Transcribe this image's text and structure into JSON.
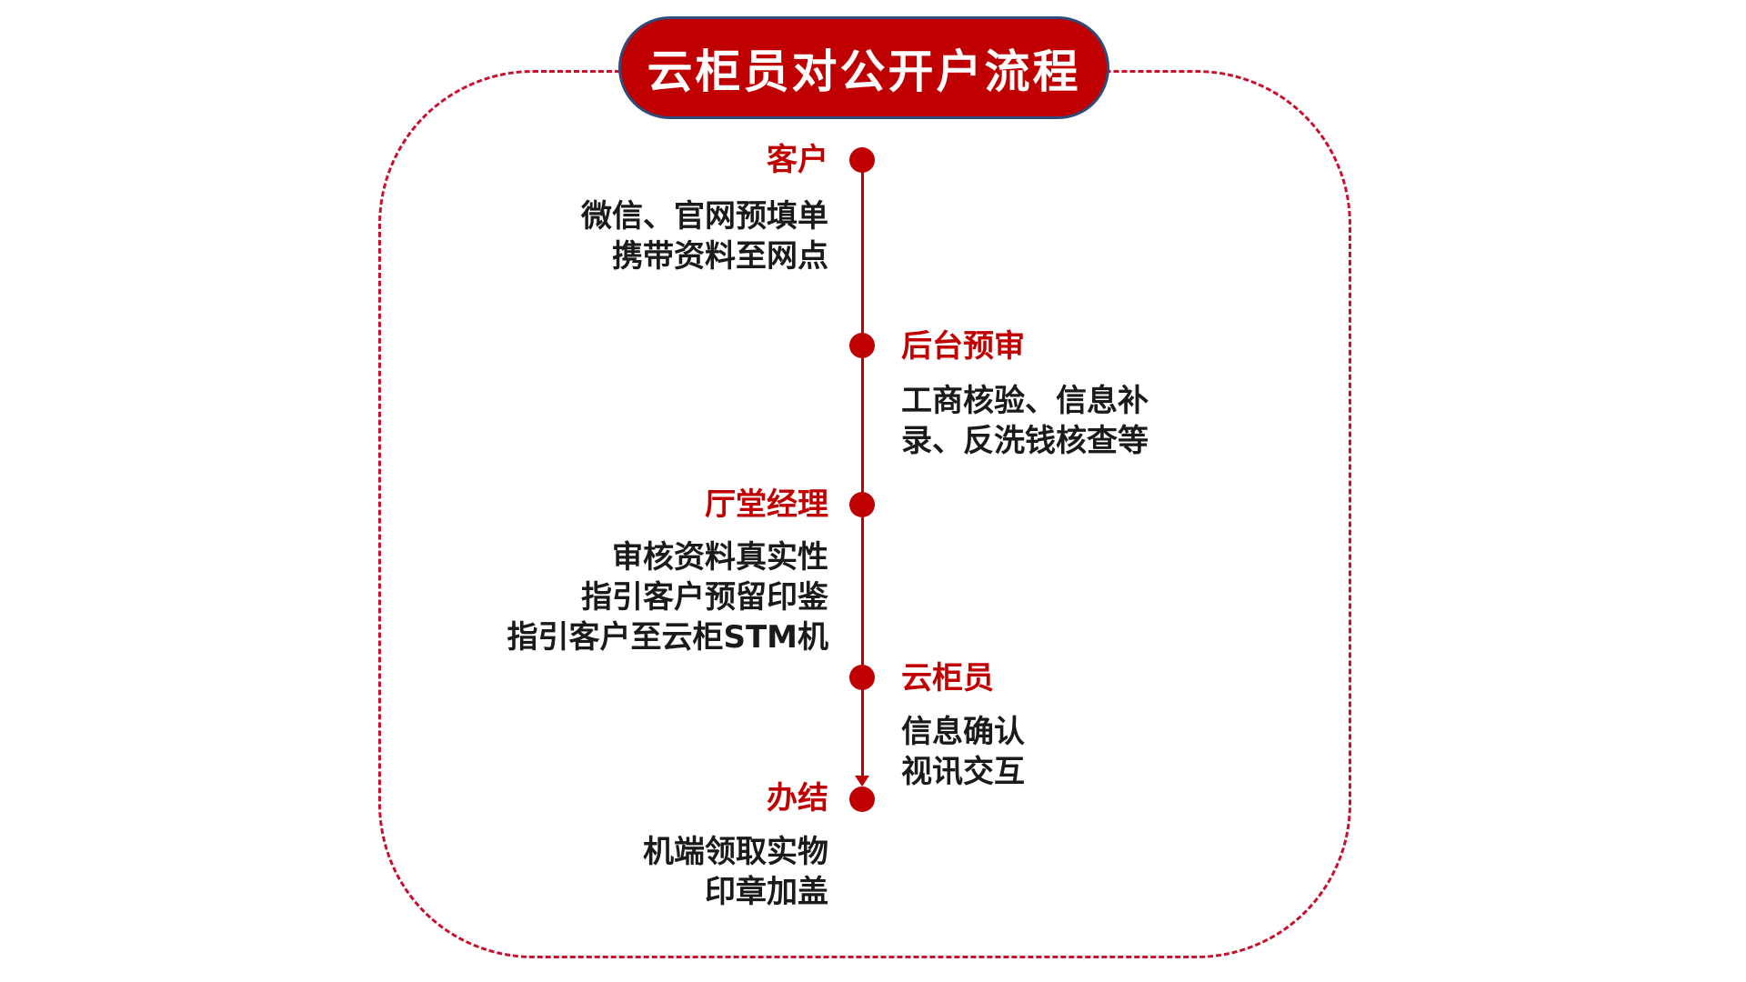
{
  "title": "云柜员对公开户流程",
  "colors": {
    "accent": "#c00000",
    "title_border": "#2f4b7c",
    "text": "#1a1a1a",
    "frame": "#c8102e"
  },
  "steps": [
    {
      "title": "客户",
      "side": "left",
      "lines": [
        "微信、官网预填单",
        "携带资料至网点"
      ]
    },
    {
      "title": "后台预审",
      "side": "right",
      "lines": [
        "工商核验、信息补",
        "录、反洗钱核查等"
      ]
    },
    {
      "title": "厅堂经理",
      "side": "left",
      "lines": [
        "审核资料真实性",
        "指引客户预留印鉴",
        "指引客户至云柜STM机"
      ]
    },
    {
      "title": "云柜员",
      "side": "right",
      "lines": [
        "信息确认",
        "视讯交互"
      ]
    },
    {
      "title": "办结",
      "side": "left",
      "lines": [
        "机端领取实物",
        "印章加盖"
      ]
    }
  ]
}
